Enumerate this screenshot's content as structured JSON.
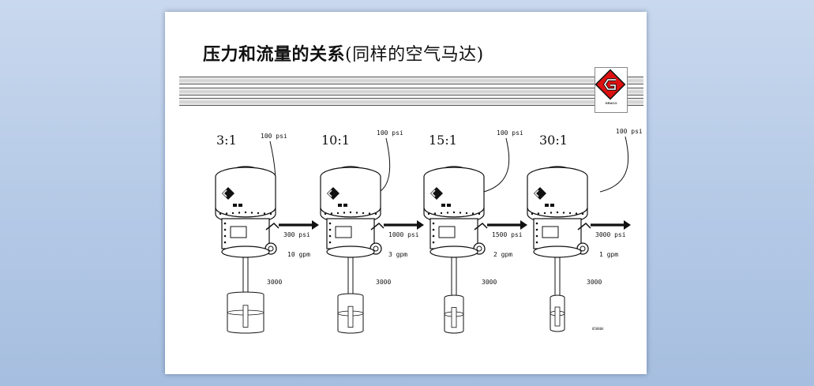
{
  "slide": {
    "title_bold": "压力和流量的关系",
    "title_normal": "(同样的空气马达)"
  },
  "logo": {
    "caption": "GRACO"
  },
  "pumps": [
    {
      "ratio": "3:1",
      "air_pressure": "100 psi",
      "out_pressure": "300 psi",
      "flow": "10 gpm",
      "depth": "3000"
    },
    {
      "ratio": "10:1",
      "air_pressure": "100 psi",
      "out_pressure": "1000 psi",
      "flow": "3 gpm",
      "depth": "3000"
    },
    {
      "ratio": "15:1",
      "air_pressure": "100 psi",
      "out_pressure": "1500 psi",
      "flow": "2 gpm",
      "depth": "3000"
    },
    {
      "ratio": "30:1",
      "air_pressure": "100 psi",
      "out_pressure": "3000 psi",
      "flow": "1 gpm",
      "depth": "3000"
    }
  ],
  "footnote": "05880A"
}
